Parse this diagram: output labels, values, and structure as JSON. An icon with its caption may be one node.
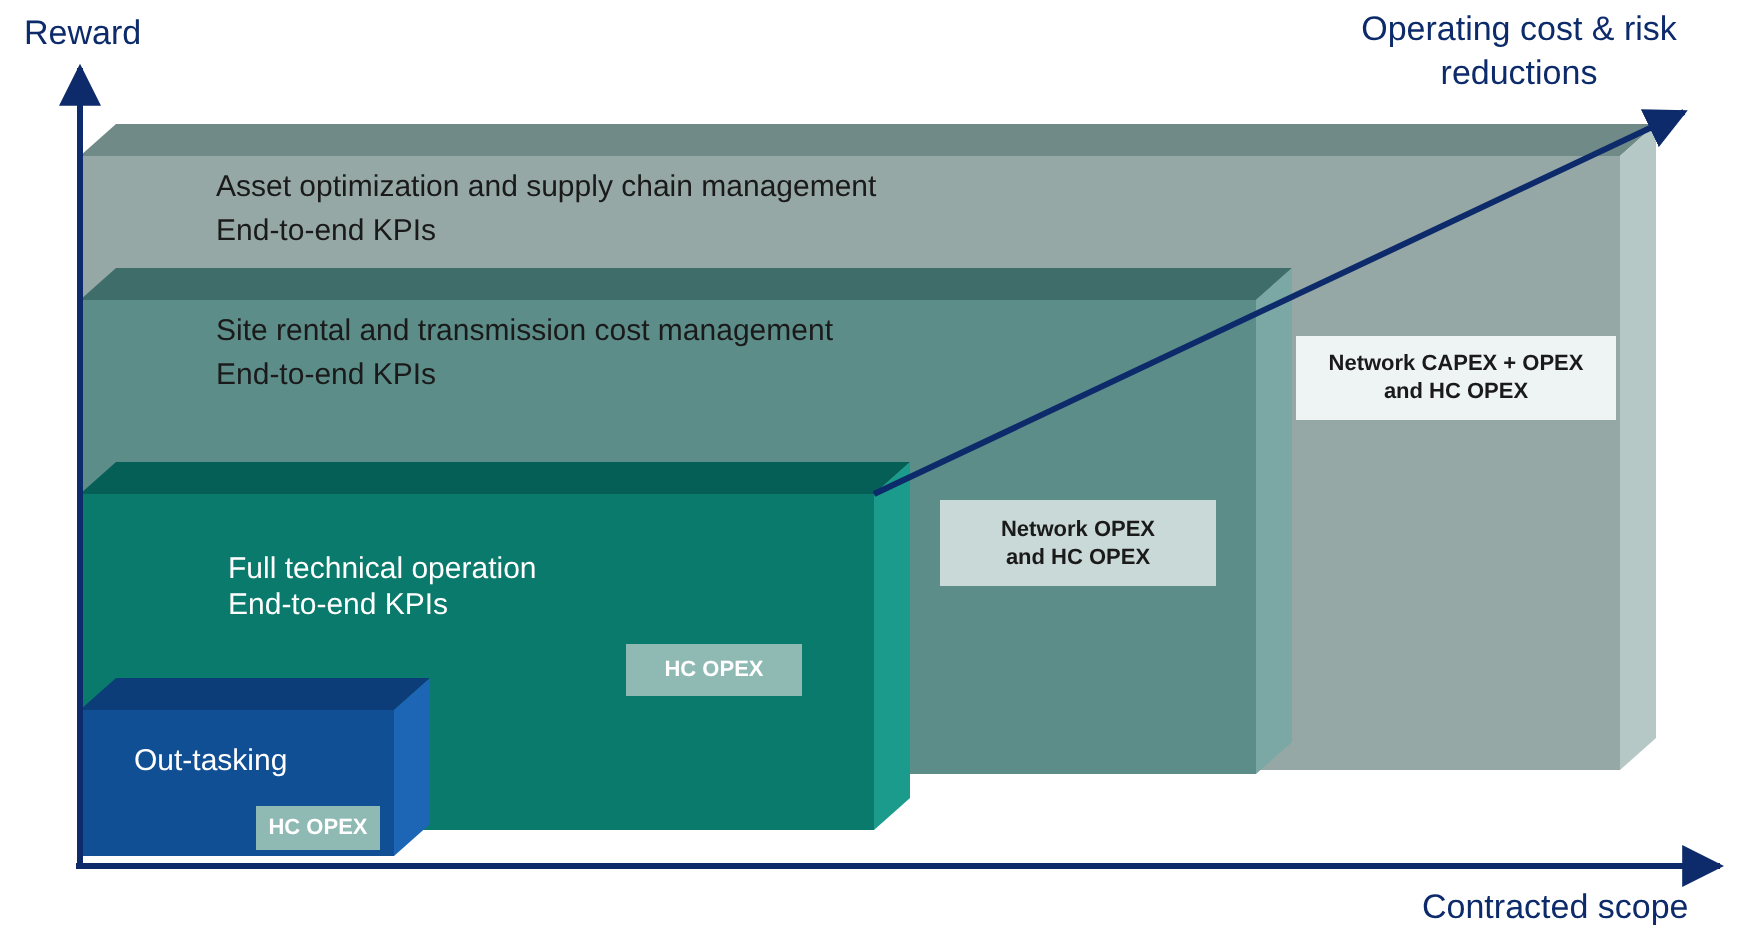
{
  "diagram": {
    "nodes": [
      {
        "text": [
          "Asset optimization and supply chain management",
          "End-to-end KPIs"
        ]
      },
      {
        "text": [
          "Network CAPEX + OPEX and HC OPEX"
        ],
        "in": 0
      },
      {
        "text": [
          "Site rental and transmission cost management",
          "End-to-end KPIs"
        ],
        "in": 0
      },
      {
        "text": [
          "Network OPEX and HC OPEX"
        ],
        "in": 2
      },
      {
        "text": [
          "Full technical operation",
          "End-to-end KPIs"
        ],
        "in": 2
      },
      {
        "text": [
          "HC OPEX"
        ],
        "in": 4
      },
      {
        "text": [
          "Out-tasking"
        ],
        "in": 4
      },
      {
        "text": [
          "HC OPEX"
        ],
        "in": 6
      },
      {
        "text": [
          "Operating cost & risk reductions"
        ]
      }
    ],
    "edges": [
      {
        "from": 4,
        "to": 8,
        "arrow": "to"
      }
    ],
    "labels": [
      "Reward",
      "Contracted scope"
    ]
  }
}
